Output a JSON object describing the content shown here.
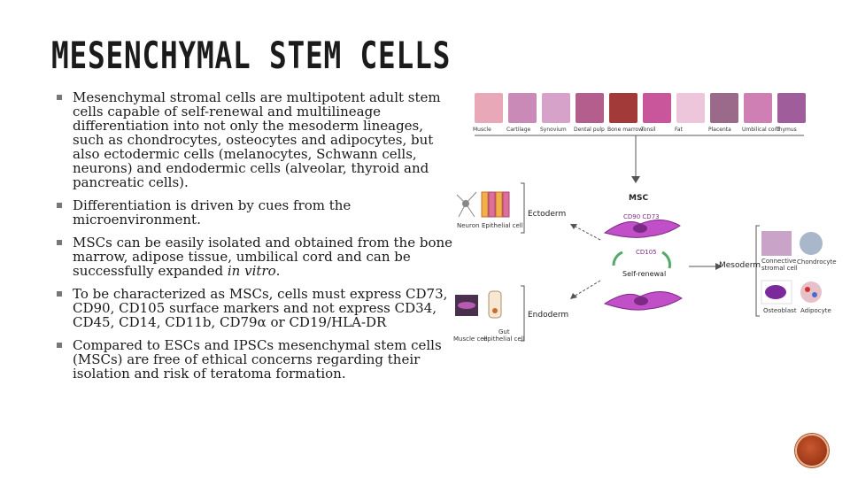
{
  "slide": {
    "title": "MESENCHYMAL STEM CELLS",
    "bullets": [
      {
        "text": "Mesenchymal stromal cells are multipotent adult stem cells capable of self-renewal and multilineage differentiation into not only the mesoderm lineages, such as chondrocytes, osteocytes and adipocytes, but also ectodermic cells (melanocytes, Schwann cells, neurons) and endodermic cells (alveolar, thyroid and pancreatic cells)."
      },
      {
        "text": "Differentiation is driven by cues from the microenvironment."
      },
      {
        "text_before": "MSCs can be easily isolated  and obtained from the bone marrow, adipose tissue, umbilical cord and can be successfully expanded ",
        "text_italic": "in vitro",
        "text_after": "."
      },
      {
        "text": "To be characterized as MSCs, cells must express CD73, CD90, CD105 surface markers and not express CD34, CD45, CD14, CD11b, CD79α or CD19/HLA-DR"
      },
      {
        "text": "Compared to ESCs and IPSCs mesenchymal stem cells (MSCs) are free of ethical concerns regarding their isolation and risk of teratoma formation."
      }
    ]
  },
  "figure": {
    "tissues": [
      {
        "label": "Muscle",
        "color": "#e8a8b8"
      },
      {
        "label": "Cartilage",
        "color": "#c98ab8"
      },
      {
        "label": "Synovium",
        "color": "#d7a2c9"
      },
      {
        "label": "Dental pulp",
        "color": "#b45e8e"
      },
      {
        "label": "Bone marrow",
        "color": "#a33a3a"
      },
      {
        "label": "Tonsil",
        "color": "#c9559b"
      },
      {
        "label": "Fat",
        "color": "#eec6dc"
      },
      {
        "label": "Placenta",
        "color": "#9b6a8b"
      },
      {
        "label": "Umbilical cord",
        "color": "#cf7fb4"
      },
      {
        "label": "Thymus",
        "color": "#9f5e9b"
      }
    ],
    "msc_label": "MSC",
    "markers_top": "CD90  CD73",
    "marker_mid": "CD105",
    "self_renewal": "Self-renewal",
    "ectoderm": "Ectoderm",
    "endoderm": "Endoderm",
    "mesoderm": "Mesoderm",
    "ecto_cells": [
      "Neuron",
      "Epithelial cell"
    ],
    "endo_cells": [
      "Muscle cell",
      "Gut\nepithelial cell"
    ],
    "meso_cells": [
      "Connective\nstromal cell",
      "Chondrocyte",
      "Osteoblast",
      "Adipocyte"
    ]
  }
}
